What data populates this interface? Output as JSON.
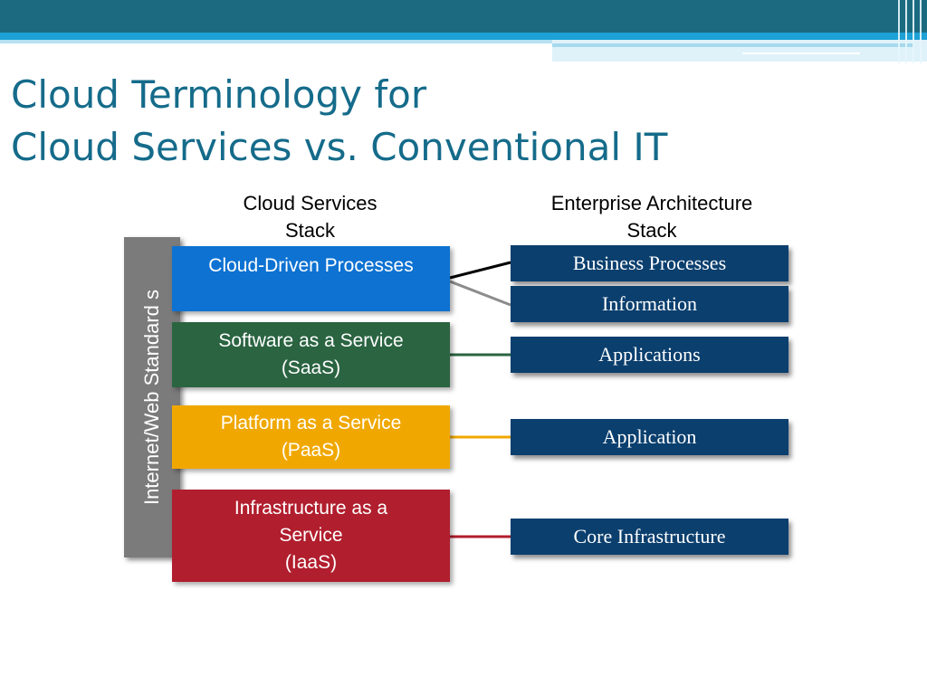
{
  "title": {
    "line1": "Cloud Terminology for",
    "line2": "Cloud Services vs. Conventional IT"
  },
  "columns": {
    "cloud": {
      "line1": "Cloud Services",
      "line2": "Stack"
    },
    "enterprise": {
      "line1": "Enterprise Architecture",
      "line2": "Stack"
    }
  },
  "vertical_bar": {
    "label": "Internet/Web  Standard s",
    "color": "#7b7b7b"
  },
  "cloud_stack": [
    {
      "line1": "Cloud-Driven Processes",
      "line2": "",
      "line3": "",
      "color": "#0d72d2"
    },
    {
      "line1": "Software as a Service",
      "line2": "(SaaS)",
      "line3": "",
      "color": "#2a6441"
    },
    {
      "line1": "Platform as a Service",
      "line2": "(PaaS)",
      "line3": "",
      "color": "#f0a800"
    },
    {
      "line1": "Infrastructure as a",
      "line2": "Service",
      "line3": "(IaaS)",
      "color": "#b11e2d"
    }
  ],
  "enterprise_stack": [
    {
      "label": "Business Processes"
    },
    {
      "label": "Information"
    },
    {
      "label": "Applications"
    },
    {
      "label": "Application"
    },
    {
      "label": "Core Infrastructure"
    }
  ],
  "colors": {
    "title": "#156b8a",
    "top_bar": "#1b6a80",
    "accent_stripe": "#1ea1d6",
    "ea_box": "#0b3f6e"
  }
}
